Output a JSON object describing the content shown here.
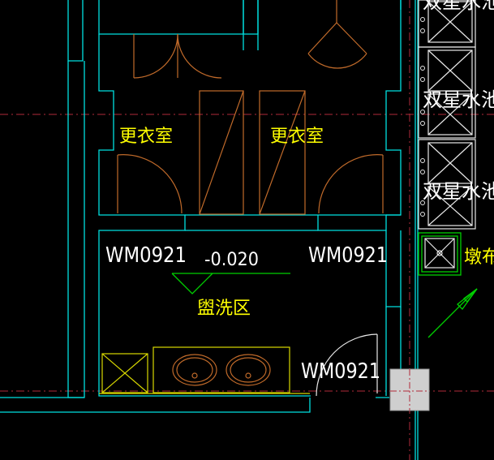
{
  "rooms": {
    "locker_room_left": "更衣室",
    "locker_room_right": "更衣室",
    "washing_area": "盥洗区"
  },
  "tags": {
    "door_left": "WM0921",
    "door_right": "WM0921",
    "door_bottom": "WM0921"
  },
  "elevation": "-0.020",
  "sinks": {
    "top": "双星水池",
    "middle": "双星水池",
    "bottom": "双星水池"
  },
  "side_label": "墩布池",
  "colors": {
    "background": "#000000",
    "wall": "#00e0e0",
    "door": "#c06a2a",
    "text_yellow": "#ffff00",
    "text_white": "#ffffff",
    "axis": "#b02a3a",
    "fixture": "#d8d800",
    "arrow": "#00d000"
  }
}
